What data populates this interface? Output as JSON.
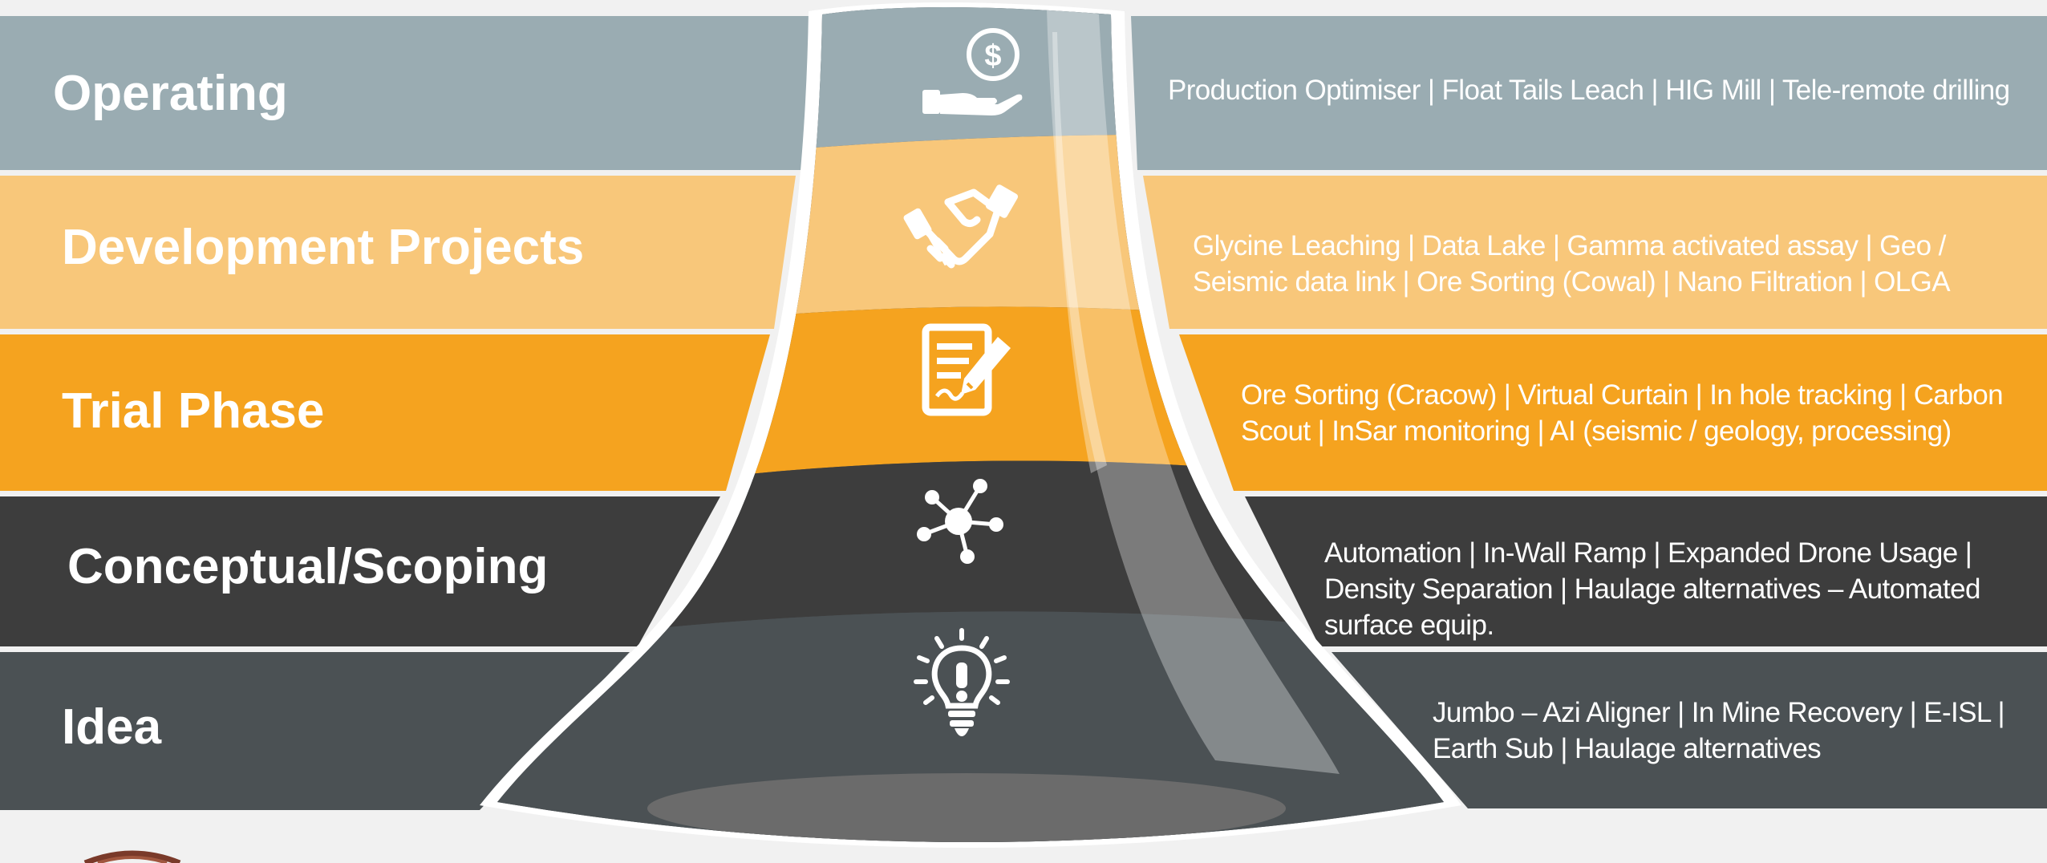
{
  "stages": [
    {
      "label": "Operating",
      "icon": "money-hand-icon",
      "color": "#9aacb2",
      "text": "Production Optimiser | Float Tails Leach | HIG Mill | Tele-remote drilling"
    },
    {
      "label": "Development Projects",
      "icon": "handshake-icon",
      "color": "#f8c77a",
      "text": "Glycine Leaching | Data Lake | Gamma activated assay | Geo / Seismic data link | Ore Sorting (Cowal) | Nano Filtration | OLGA"
    },
    {
      "label": "Trial Phase",
      "icon": "document-pencil-icon",
      "color": "#f5a31f",
      "text": "Ore Sorting (Cracow) | Virtual Curtain | In hole tracking | Carbon Scout | InSar monitoring | AI (seismic / geology, processing)"
    },
    {
      "label": "Conceptual/Scoping",
      "icon": "network-hub-icon",
      "color": "#3d3d3d",
      "text": "Automation | In-Wall Ramp | Expanded Drone Usage | Density Separation | Haulage alternatives – Automated surface equip."
    },
    {
      "label": "Idea",
      "icon": "lightbulb-icon",
      "color": "#4b5154",
      "text": "Jumbo – Azi Aligner | In Mine Recovery | E-ISL | Earth Sub | Haulage alternatives"
    }
  ]
}
